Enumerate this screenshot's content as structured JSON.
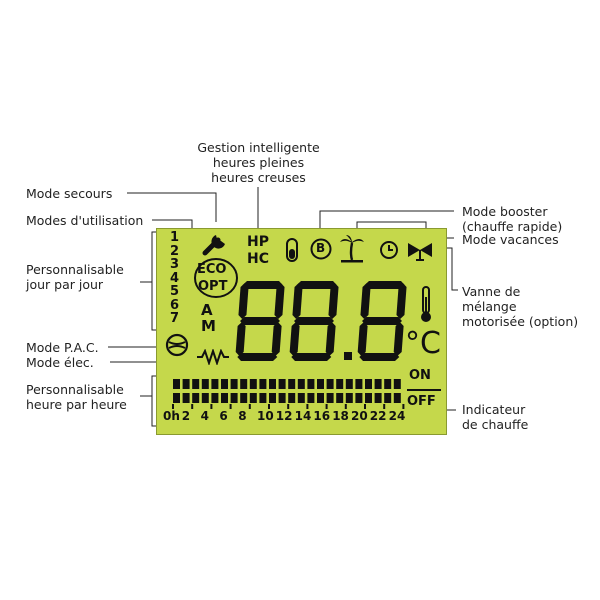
{
  "callouts": {
    "gestion_line1": "Gestion intelligente",
    "gestion_line2": "heures pleines",
    "gestion_line3": "heures creuses",
    "mode_secours": "Mode secours",
    "modes_utilisation": "Modes d'utilisation",
    "perso_jour_line1": "Personnalisable",
    "perso_jour_line2": "jour par jour",
    "mode_pac": "Mode P.A.C.",
    "mode_elec": "Mode élec.",
    "perso_heure_line1": "Personnalisable",
    "perso_heure_line2": "heure par heure",
    "booster_line1": "Mode booster",
    "booster_line2": "(chauffe rapide)",
    "vacances": "Mode vacances",
    "vanne_line1": "Vanne de",
    "vanne_line2": "mélange",
    "vanne_line3": "motorisée (option)",
    "indicateur_line1": "Indicateur",
    "indicateur_line2": "de chauffe"
  },
  "lcd": {
    "days": [
      "1",
      "2",
      "3",
      "4",
      "5",
      "6",
      "7"
    ],
    "eco": "ECO",
    "opt": "OPT",
    "a": "A",
    "m": "M",
    "hp": "HP",
    "hc": "HC",
    "b_badge": "B",
    "digits": "88.8",
    "unit": "°C",
    "on": "ON",
    "off": "OFF",
    "hours": [
      "0h",
      "2",
      "4",
      "6",
      "8",
      "10",
      "12",
      "14",
      "16",
      "18",
      "20",
      "22",
      "24"
    ]
  },
  "colors": {
    "lcd_background": "#c5d84b",
    "segments": "#111111"
  }
}
